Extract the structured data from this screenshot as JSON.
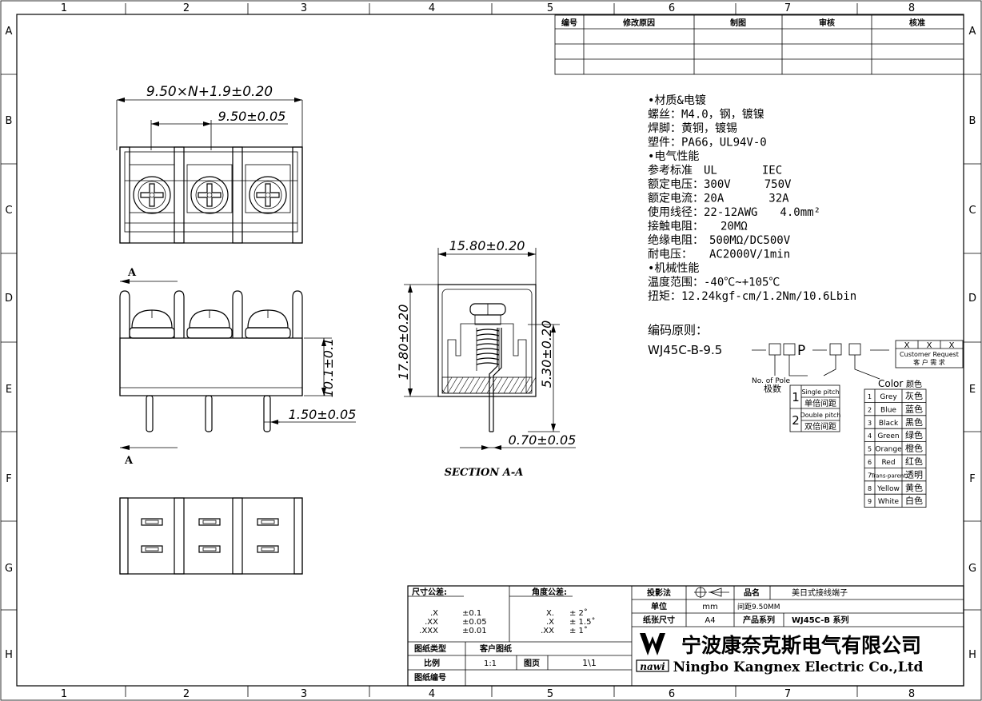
{
  "grid": {
    "cols": [
      "1",
      "2",
      "3",
      "4",
      "5",
      "6",
      "7",
      "8"
    ],
    "rows": [
      "A",
      "B",
      "C",
      "D",
      "E",
      "F",
      "G",
      "H"
    ]
  },
  "revision_table": {
    "headers": [
      "编号",
      "修改原因",
      "制图",
      "审核",
      "核准"
    ]
  },
  "dims": {
    "overall_width": "9.50×N+1.9±0.20",
    "pitch": "9.50±0.05",
    "height_side": "10.1±0.1",
    "pin_len": "1.50±0.05",
    "sec_width": "15.80±0.20",
    "sec_height": "17.80±0.20",
    "sec_pin_h": "5.30±0.20",
    "pin_thick": "0.70±0.05",
    "section_marker": "A",
    "section_label": "SECTION A-A"
  },
  "specs": [
    "•材质&电镀",
    "螺丝：M4.0，钢，镀镍",
    "焊脚：黄铜，镀锡",
    "塑件：PA66，UL94V-0",
    "•电气性能",
    "参考标准　UL　　　　IEC",
    "额定电压：300V　　　750V",
    "额定电流：20A　　　　32A",
    "使用线径：22-12AWG　　4.0mm²",
    "接触电阻：　　20MΩ",
    "绝缘电阻：　500MΩ/DC500V",
    "耐电压：　　AC2000V/1min",
    "•机械性能",
    "温度范围：-40℃~+105℃",
    "扭矩：12.24kgf-cm/1.2Nm/10.6Lbin"
  ],
  "coding": {
    "title": "编码原则：",
    "prefix": "WJ45C-B-9.5",
    "p_letter": "P",
    "x_letter": "X",
    "customer_en": "Customer Request",
    "customer_cn": "客 户 需 求",
    "pole_en": "No. of Pole",
    "pole_cn": "极数",
    "pitch_options": [
      {
        "num": "1",
        "en": "Single pitch",
        "cn": "单倍间距"
      },
      {
        "num": "2",
        "en": "Double pitch",
        "cn": "双倍间距"
      }
    ],
    "color_title_en": "Color",
    "color_title_cn": "颜色",
    "colors": [
      {
        "num": "1",
        "en": "Grey",
        "cn": "灰色"
      },
      {
        "num": "2",
        "en": "Blue",
        "cn": "蓝色"
      },
      {
        "num": "3",
        "en": "Black",
        "cn": "黑色"
      },
      {
        "num": "4",
        "en": "Green",
        "cn": "绿色"
      },
      {
        "num": "5",
        "en": "Orange",
        "cn": "橙色"
      },
      {
        "num": "6",
        "en": "Red",
        "cn": "红色"
      },
      {
        "num": "7",
        "en": "Trans-parent",
        "cn": "透明"
      },
      {
        "num": "8",
        "en": "Yellow",
        "cn": "黄色"
      },
      {
        "num": "9",
        "en": "White",
        "cn": "白色"
      }
    ]
  },
  "title_block": {
    "tol_title": "尺寸公差:",
    "tol_rows": [
      [
        ".X",
        "±0.1"
      ],
      [
        ".XX",
        "±0.05"
      ],
      [
        ".XXX",
        "±0.01"
      ]
    ],
    "ang_title": "角度公差:",
    "ang_rows": [
      [
        "X.",
        "± 2˚"
      ],
      [
        ".X",
        "± 1.5˚"
      ],
      [
        ".XX",
        "± 1˚"
      ]
    ],
    "drawing_type_label": "图纸类型",
    "drawing_type_value": "客户图纸",
    "scale_label": "比例",
    "scale_value": "1:1",
    "page_label": "图页",
    "page_value": "1\\1",
    "drawing_no_label": "图纸编号",
    "projection_label": "投影法",
    "unit_label": "单位",
    "unit_value": "mm",
    "paper_label": "纸张尺寸",
    "paper_value": "A4",
    "name_label": "品名",
    "name_value": "美日式接线端子",
    "name_value2": "间距9.50MM",
    "series_label": "产品系列",
    "series_value": "WJ45C-B 系列",
    "company_cn": "宁波康奈克斯电气有限公司",
    "company_en": "Ningbo Kangnex Electric Co.,Ltd",
    "logo_text": "nawi"
  }
}
